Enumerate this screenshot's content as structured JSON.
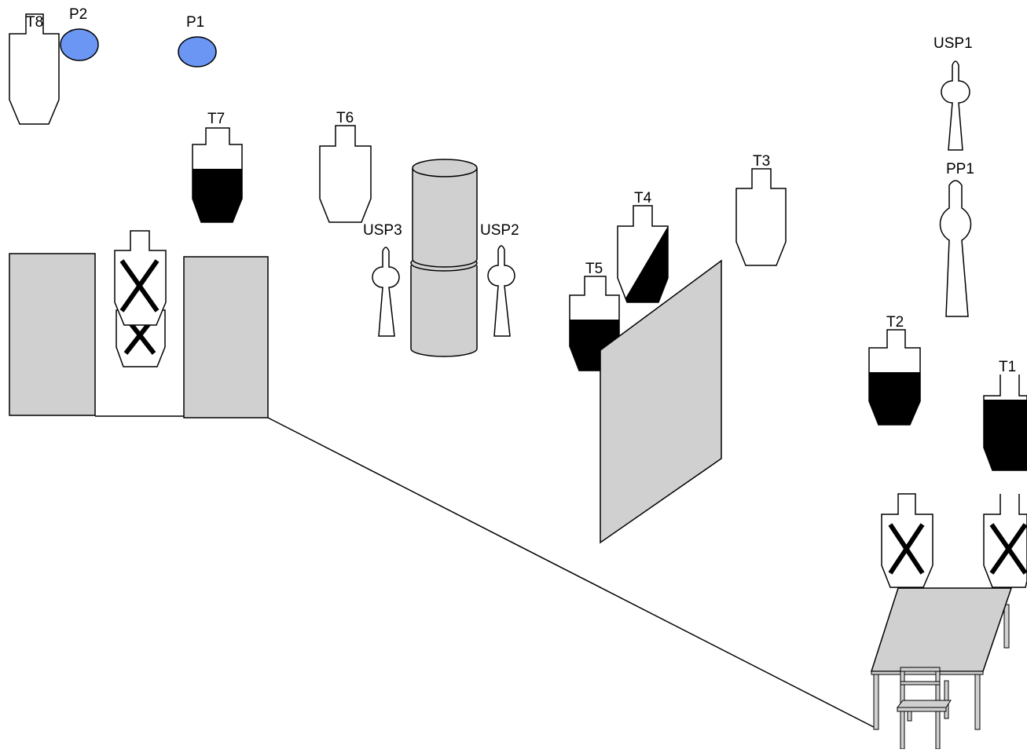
{
  "colors": {
    "background": "#ffffff",
    "outline": "#000000",
    "barrier_fill": "#d0d0d0",
    "popper_fill": "#6b96f3",
    "shoot_fill": "#000000"
  },
  "labels": {
    "t8": "T8",
    "p2": "P2",
    "p1": "P1",
    "t7": "T7",
    "t6": "T6",
    "usp3": "USP3",
    "usp2": "USP2",
    "t5": "T5",
    "t4": "T4",
    "t3": "T3",
    "usp1": "USP1",
    "pp1": "PP1",
    "t2": "T2",
    "t1": "T1"
  },
  "targets": {
    "t8": {
      "style": "plain"
    },
    "t7": {
      "style": "hard-cover-bottom"
    },
    "t6": {
      "style": "plain"
    },
    "t5": {
      "style": "hard-cover-bottom"
    },
    "t4": {
      "style": "hard-cover-diagonal"
    },
    "t3": {
      "style": "plain"
    },
    "t2": {
      "style": "hard-cover-bottom"
    },
    "t1": {
      "style": "hard-cover-bottom"
    }
  },
  "no_shoots": 4,
  "poppers": [
    "P1",
    "P2"
  ],
  "mini_poppers": [
    "USP1",
    "USP2",
    "USP3"
  ],
  "pepper_poppers": [
    "PP1"
  ]
}
